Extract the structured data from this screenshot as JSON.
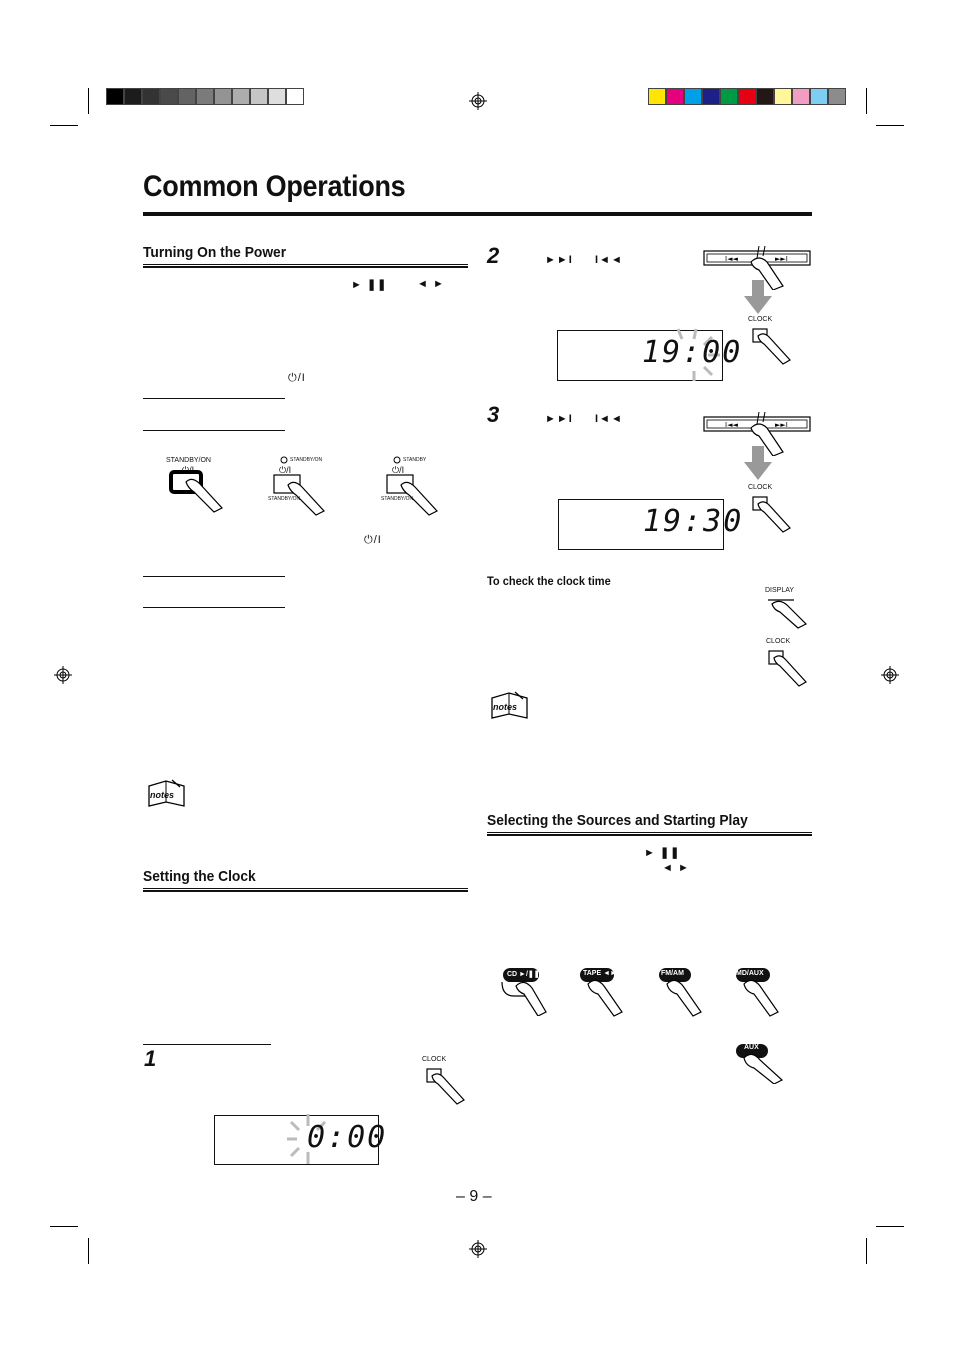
{
  "page": {
    "title": "Common Operations",
    "page_number": "– 9 –"
  },
  "sections": {
    "power": {
      "heading": "Turning On the Power"
    },
    "clock": {
      "heading": "Setting the Clock"
    },
    "sources": {
      "heading": "Selecting the Sources and Starting Play"
    }
  },
  "symbols": {
    "play_pause": "► ❚❚",
    "tape_dir": "◄ ►",
    "power": "⏻/I",
    "next": "►►I",
    "prev": "I◄◄"
  },
  "buttons": {
    "standby_on_a": "STANDBY/ON",
    "standby_on_b": "STANDBY/ON",
    "standby_on_b2": "STANDBY/ON",
    "standby_c": "STANDBY",
    "standby_on_c2": "STANDBY/ON",
    "clock": "CLOCK",
    "display": "DISPLAY",
    "cd": "CD ►/❚❚",
    "tape": "TAPE ◄►",
    "fmam": "FM/AM",
    "mdaux": "MD/AUX",
    "aux": "AUX"
  },
  "steps": {
    "s1": "1",
    "s2": "2",
    "s3": "3"
  },
  "displays": {
    "d1": "0:00",
    "d2": "19:00",
    "d3": "19:30"
  },
  "subheadings": {
    "check_clock": "To check the clock time"
  },
  "notes_label": "notes",
  "colors": {
    "gray_bar": [
      "#000000",
      "#1c1c1c",
      "#333333",
      "#4a4a4a",
      "#636363",
      "#7b7b7b",
      "#949494",
      "#adadad",
      "#c6c6c6",
      "#dedede",
      "#ffffff"
    ],
    "color_bar": [
      "#ffe500",
      "#e6007e",
      "#00a0e9",
      "#1d2088",
      "#009944",
      "#e60012",
      "#231815",
      "#fff799",
      "#f19ec2",
      "#7ecef4",
      "#8c8c8c"
    ]
  }
}
